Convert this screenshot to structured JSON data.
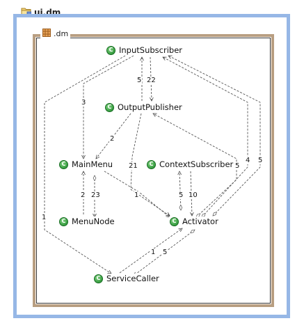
{
  "outer_title": "ui.dm",
  "inner_title": ".dm",
  "nodes": {
    "input_subscriber": "InputSubscriber",
    "output_publisher": "OutputPublisher",
    "main_menu": "MainMenu",
    "context_subscriber": "ContextSubscriber",
    "menu_node": "MenuNode",
    "activator": "Activator",
    "service_caller": "ServiceCaller"
  },
  "class_icon_glyph": "C",
  "edge_labels": {
    "in_to_mainmenu": "3",
    "in_to_servicecaller": "1",
    "out_to_in": "5",
    "in_to_out": "22",
    "out_to_mainmenu": "2",
    "out_to_activator": "21",
    "mainmenu_to_menunode": "2",
    "menunode_to_mainmenu": "23",
    "mainmenu_to_activator": "1",
    "ctx_up": "5",
    "ctx_down": "10",
    "activator_to_out": "5",
    "activator_to_in_a": "4",
    "activator_to_in_b": "5",
    "sc_to_activator": "1",
    "activator_to_sc": "5"
  }
}
